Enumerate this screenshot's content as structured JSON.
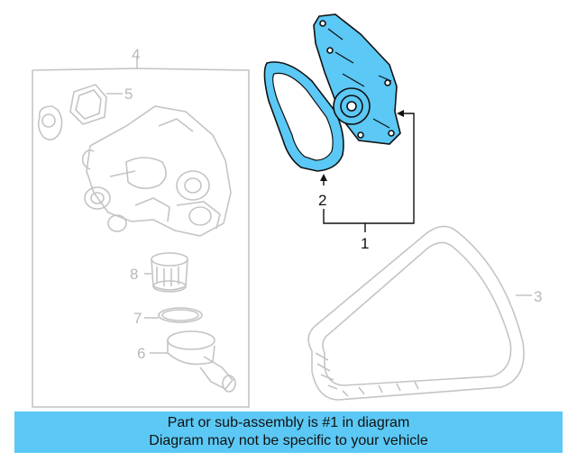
{
  "colors": {
    "highlight_fill": "#5bc8f5",
    "banner_bg": "#5bc8f5",
    "ghost_stroke": "#c4c4c4",
    "callout_dark": "#111111",
    "callout_dim": "#b8b8b8"
  },
  "callouts": {
    "c1": "1",
    "c2": "2",
    "c3": "3",
    "c4": "4",
    "c5": "5",
    "c6": "6",
    "c7": "7",
    "c8": "8"
  },
  "banner": {
    "line1": "Part or sub-assembly is #1 in diagram",
    "line2": "Diagram may not be specific to your vehicle"
  }
}
